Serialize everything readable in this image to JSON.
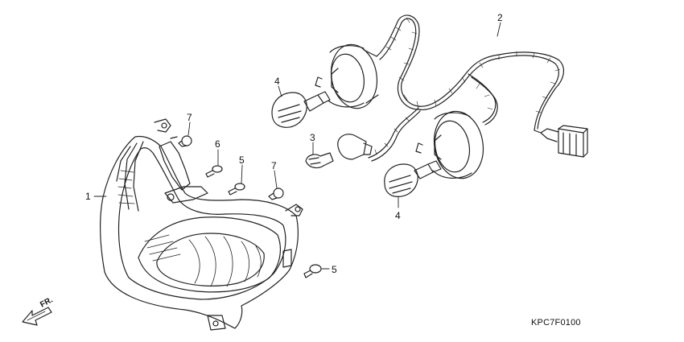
{
  "diagram": {
    "callouts": [
      "1",
      "2",
      "3",
      "4",
      "4",
      "5",
      "5",
      "6",
      "7",
      "7"
    ],
    "direction_label": "FR.",
    "drawing_code": "KPC7F0100"
  }
}
